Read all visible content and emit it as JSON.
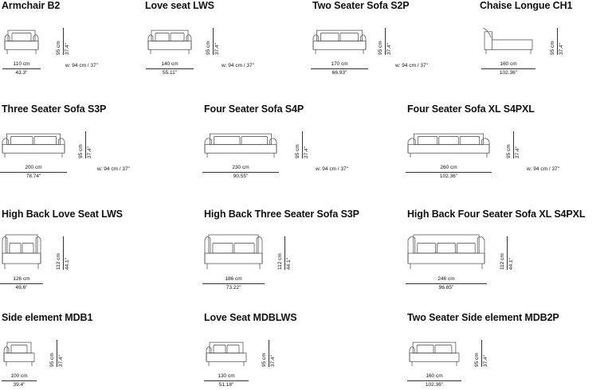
{
  "items": [
    {
      "title": "Armchair B2",
      "width_cm": "110 cm",
      "width_in": "43.3\"",
      "height_cm": "95 cm",
      "height_in": "37.4\"",
      "depth": "w: 94 cm / 37\"",
      "cushions": 1,
      "armL": true,
      "armR": true,
      "highBack": false,
      "chaise": false
    },
    {
      "title": "Love seat LWS",
      "width_cm": "140 cm",
      "width_in": "55.11\"",
      "height_cm": "95 cm",
      "height_in": "37.4\"",
      "depth": "w: 94 cm / 37\"",
      "cushions": 2,
      "armL": true,
      "armR": true,
      "highBack": false,
      "chaise": false
    },
    {
      "title": "Two Seater Sofa S2P",
      "width_cm": "170 cm",
      "width_in": "66.93\"",
      "height_cm": "95 cm",
      "height_in": "37.4\"",
      "depth": "w: 94 cm / 37\"",
      "cushions": 2,
      "armL": true,
      "armR": true,
      "highBack": false,
      "chaise": false
    },
    {
      "title": "Chaise Longue CH1",
      "width_cm": "160 cm",
      "width_in": "102.36\"",
      "height_cm": "95 cm",
      "height_in": "37.4\"",
      "depth": "",
      "cushions": 0,
      "armL": true,
      "armR": false,
      "highBack": false,
      "chaise": true
    },
    {
      "title": "Three Seater Sofa S3P",
      "width_cm": "200 cm",
      "width_in": "78.74\"",
      "height_cm": "95 cm",
      "height_in": "37.4\"",
      "depth": "w: 94 cm / 37\"",
      "cushions": 2,
      "armL": true,
      "armR": true,
      "highBack": false,
      "chaise": false
    },
    {
      "title": "Four Seater Sofa S4P",
      "width_cm": "230 cm",
      "width_in": "90.55\"",
      "height_cm": "95 cm",
      "height_in": "37.4\"",
      "depth": "w: 94 cm / 37\"",
      "cushions": 2,
      "armL": true,
      "armR": true,
      "highBack": false,
      "chaise": false
    },
    {
      "title": "Four Seater Sofa XL S4PXL",
      "width_cm": "260 cm",
      "width_in": "102.36\"",
      "height_cm": "95 cm",
      "height_in": "37.4\"",
      "depth": "w: 94 cm / 37\"",
      "cushions": 3,
      "armL": true,
      "armR": true,
      "highBack": false,
      "chaise": false
    },
    {
      "title": "High Back Love Seat LWS",
      "width_cm": "126 cm",
      "width_in": "49.6\"",
      "height_cm": "112 cm",
      "height_in": "44.1\"",
      "depth": "",
      "cushions": 2,
      "armL": true,
      "armR": true,
      "highBack": true,
      "chaise": false
    },
    {
      "title": "High Back Three Seater Sofa S3P",
      "width_cm": "186 cm",
      "width_in": "73.22\"",
      "height_cm": "112 cm",
      "height_in": "44.1\"",
      "depth": "",
      "cushions": 2,
      "armL": true,
      "armR": true,
      "highBack": true,
      "chaise": false
    },
    {
      "title": "High Back Four Seater Sofa XL S4PXL",
      "width_cm": "246 cm",
      "width_in": "96.85\"",
      "height_cm": "112 cm",
      "height_in": "44.1\"",
      "depth": "",
      "cushions": 3,
      "armL": true,
      "armR": true,
      "highBack": true,
      "chaise": false
    },
    {
      "title": "Side element MDB1",
      "width_cm": "100 cm",
      "width_in": "39.4\"",
      "height_cm": "95 cm",
      "height_in": "37.4\"",
      "depth": "",
      "cushions": 1,
      "armL": true,
      "armR": false,
      "highBack": false,
      "chaise": false
    },
    {
      "title": "Love Seat MDBLWS",
      "width_cm": "130 cm",
      "width_in": "51.18\"",
      "height_cm": "95 cm",
      "height_in": "37.4\"",
      "depth": "",
      "cushions": 2,
      "armL": true,
      "armR": false,
      "highBack": false,
      "chaise": false
    },
    {
      "title": "Two Seater Side element MDB2P",
      "width_cm": "160 cm",
      "width_in": "102.36\"",
      "height_cm": "95 cm",
      "height_in": "37.4\"",
      "depth": "",
      "cushions": 2,
      "armL": true,
      "armR": false,
      "highBack": false,
      "chaise": false
    }
  ]
}
